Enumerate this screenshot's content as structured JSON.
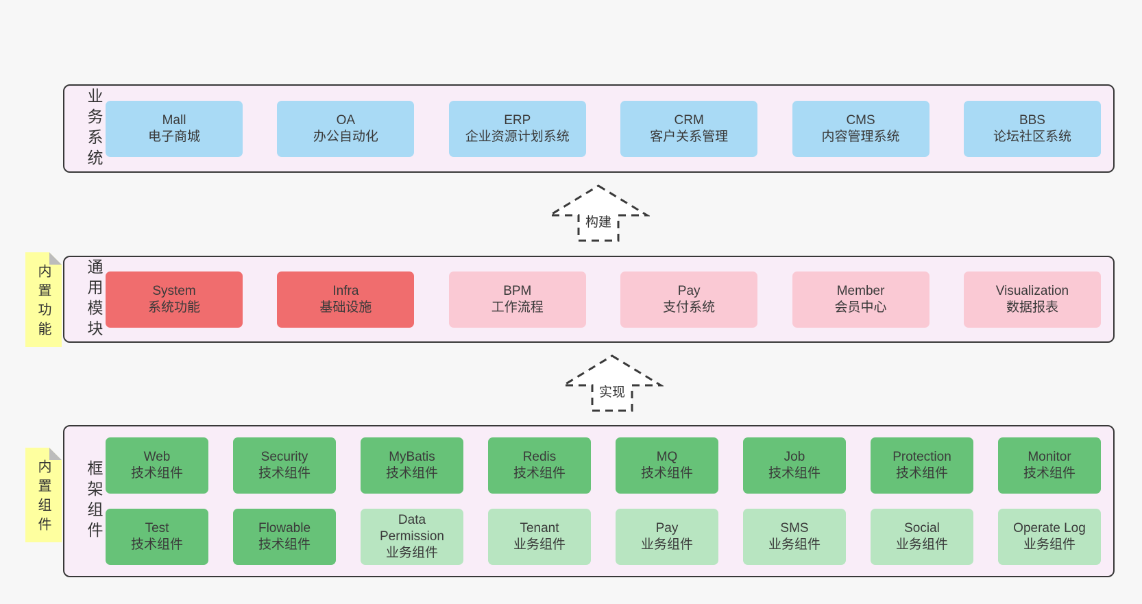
{
  "palette": {
    "page_bg": "#f7f7f7",
    "band_bg": "#f9edf8",
    "band_border": "#383838",
    "blue": "#a9daf5",
    "red": "#f06d6e",
    "pink": "#fac9d4",
    "green": "#67c278",
    "light_green": "#b8e5c1",
    "sticky_yellow": "#feff9f",
    "text": "#3a3a3a"
  },
  "arrows": [
    {
      "label": "构建"
    },
    {
      "label": "实现"
    }
  ],
  "bands": [
    {
      "side_label": "业务系统",
      "rows": [
        [
          {
            "name": "Mall",
            "desc": "电子商城",
            "variant": "blue"
          },
          {
            "name": "OA",
            "desc": "办公自动化",
            "variant": "blue"
          },
          {
            "name": "ERP",
            "desc": "企业资源计划系统",
            "variant": "blue"
          },
          {
            "name": "CRM",
            "desc": "客户关系管理",
            "variant": "blue"
          },
          {
            "name": "CMS",
            "desc": "内容管理系统",
            "variant": "blue"
          },
          {
            "name": "BBS",
            "desc": "论坛社区系统",
            "variant": "blue"
          }
        ]
      ]
    },
    {
      "side_label": "通用模块",
      "sticky": "内置功能",
      "rows": [
        [
          {
            "name": "System",
            "desc": "系统功能",
            "variant": "red"
          },
          {
            "name": "Infra",
            "desc": "基础设施",
            "variant": "red"
          },
          {
            "name": "BPM",
            "desc": "工作流程",
            "variant": "pink"
          },
          {
            "name": "Pay",
            "desc": "支付系统",
            "variant": "pink"
          },
          {
            "name": "Member",
            "desc": "会员中心",
            "variant": "pink"
          },
          {
            "name": "Visualization",
            "desc": "数据报表",
            "variant": "pink"
          }
        ]
      ]
    },
    {
      "side_label": "框架组件",
      "sticky": "内置组件",
      "rows": [
        [
          {
            "name": "Web",
            "desc": "技术组件",
            "variant": "green"
          },
          {
            "name": "Security",
            "desc": "技术组件",
            "variant": "green"
          },
          {
            "name": "MyBatis",
            "desc": "技术组件",
            "variant": "green"
          },
          {
            "name": "Redis",
            "desc": "技术组件",
            "variant": "green"
          },
          {
            "name": "MQ",
            "desc": "技术组件",
            "variant": "green"
          },
          {
            "name": "Job",
            "desc": "技术组件",
            "variant": "green"
          },
          {
            "name": "Protection",
            "desc": "技术组件",
            "variant": "green"
          },
          {
            "name": "Monitor",
            "desc": "技术组件",
            "variant": "green"
          }
        ],
        [
          {
            "name": "Test",
            "desc": "技术组件",
            "variant": "green"
          },
          {
            "name": "Flowable",
            "desc": "技术组件",
            "variant": "green"
          },
          {
            "name": "Data Permission",
            "desc": "业务组件",
            "variant": "lgreen"
          },
          {
            "name": "Tenant",
            "desc": "业务组件",
            "variant": "lgreen"
          },
          {
            "name": "Pay",
            "desc": "业务组件",
            "variant": "lgreen"
          },
          {
            "name": "SMS",
            "desc": "业务组件",
            "variant": "lgreen"
          },
          {
            "name": "Social",
            "desc": "业务组件",
            "variant": "lgreen"
          },
          {
            "name": "Operate Log",
            "desc": "业务组件",
            "variant": "lgreen"
          }
        ]
      ]
    }
  ]
}
